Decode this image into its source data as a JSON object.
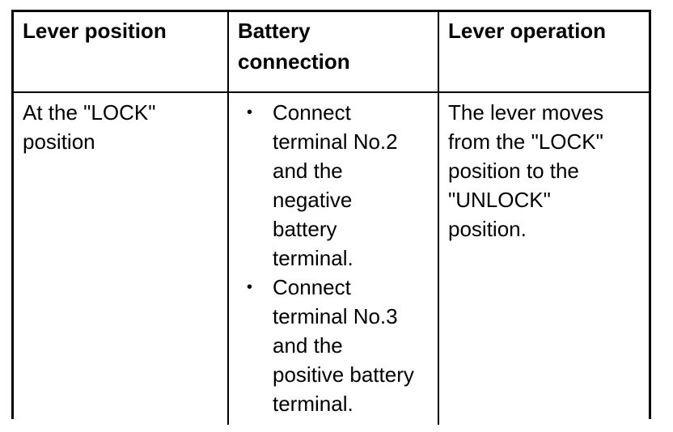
{
  "table": {
    "headers": [
      {
        "label": "Lever position"
      },
      {
        "label": "Battery\nconnection"
      },
      {
        "label": "Lever operation"
      }
    ],
    "rows": [
      {
        "lever_position": "At the \"LOCK\"\nposition",
        "battery_connection": {
          "bullet_glyph": "•",
          "items": [
            "Connect\nterminal No.2\nand the\nnegative\nbattery\nterminal.",
            "Connect\nterminal No.3\nand the\npositive battery\nterminal."
          ]
        },
        "lever_operation": "The lever moves\nfrom the \"LOCK\"\nposition to the\n\"UNLOCK\"\nposition."
      }
    ]
  },
  "colors": {
    "background": "#ffffff",
    "text": "#000000",
    "border": "#000000"
  }
}
